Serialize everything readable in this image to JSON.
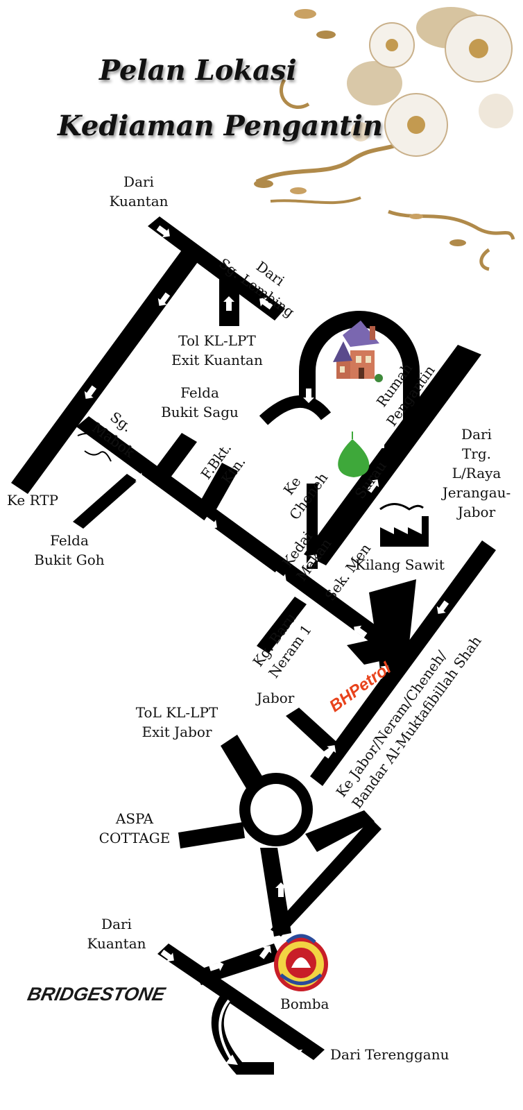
{
  "title": {
    "line1": "Pelan Lokasi",
    "line2": "Kediaman Pengantin"
  },
  "labels": {
    "dari_kuantan_top": [
      "Dari",
      "Kuantan"
    ],
    "dari_sg_lembing": [
      "Dari",
      "Sg. Lembing"
    ],
    "tol_exit_kuantan": [
      "Tol KL-LPT",
      "Exit Kuantan"
    ],
    "felda_bukit_sagu": [
      "Felda",
      "Bukit Sagu"
    ],
    "sg_mabok": [
      "Sg.",
      "Mabok"
    ],
    "rumah_pengantin": [
      "Rumah",
      "Pengantin"
    ],
    "surau": "Surau",
    "dari_trg": [
      "Dari",
      "Trg.",
      "L/Raya",
      "Jerangau-",
      "Jabor"
    ],
    "f_bkt_ktn": [
      "F.Bkt.",
      "Ktn."
    ],
    "ke_cheneh": [
      "Ke",
      "Cheneh"
    ],
    "kedai_makan": [
      "Kedai",
      "Makan"
    ],
    "sek_men": "Sek. Men",
    "kilang_sawit": "Kilang Sawit",
    "ke_rtp": "Ke RTP",
    "felda_bukit_goh": [
      "Felda",
      "Bukit Goh"
    ],
    "kg_baru_neram": [
      "Kg. Baru",
      "Neram 1"
    ],
    "ke_jabor": [
      "Ke Jabor/Neram/Cheneh/",
      "Bandar Al-Muktafibillah Shah"
    ],
    "jabor": "Jabor",
    "tol_exit_jabor": [
      "ToL KL-LPT",
      "Exit Jabor"
    ],
    "aspa_cottage": [
      "ASPA",
      "COTTAGE"
    ],
    "dari_kuantan_bottom": [
      "Dari",
      "Kuantan"
    ],
    "bomba": "Bomba",
    "dari_terengganu": "Dari Terengganu"
  },
  "brands": {
    "petrol_station": "BHPetrol",
    "tyre": "BRIDGESTONE"
  },
  "icons": {
    "house": "house-icon",
    "mosque": "mosque-dome-icon",
    "factory": "factory-icon",
    "fire_dept": "bomba-emblem-icon",
    "decor": "flower-ornament-icon"
  },
  "colors": {
    "road": "#000000",
    "arrow": "#ffffff",
    "house_roof": "#7a67b0",
    "house_wall": "#d1795a",
    "mosque": "#3ea83a",
    "petrol": "#e8431c",
    "flower": "#c9a163"
  }
}
